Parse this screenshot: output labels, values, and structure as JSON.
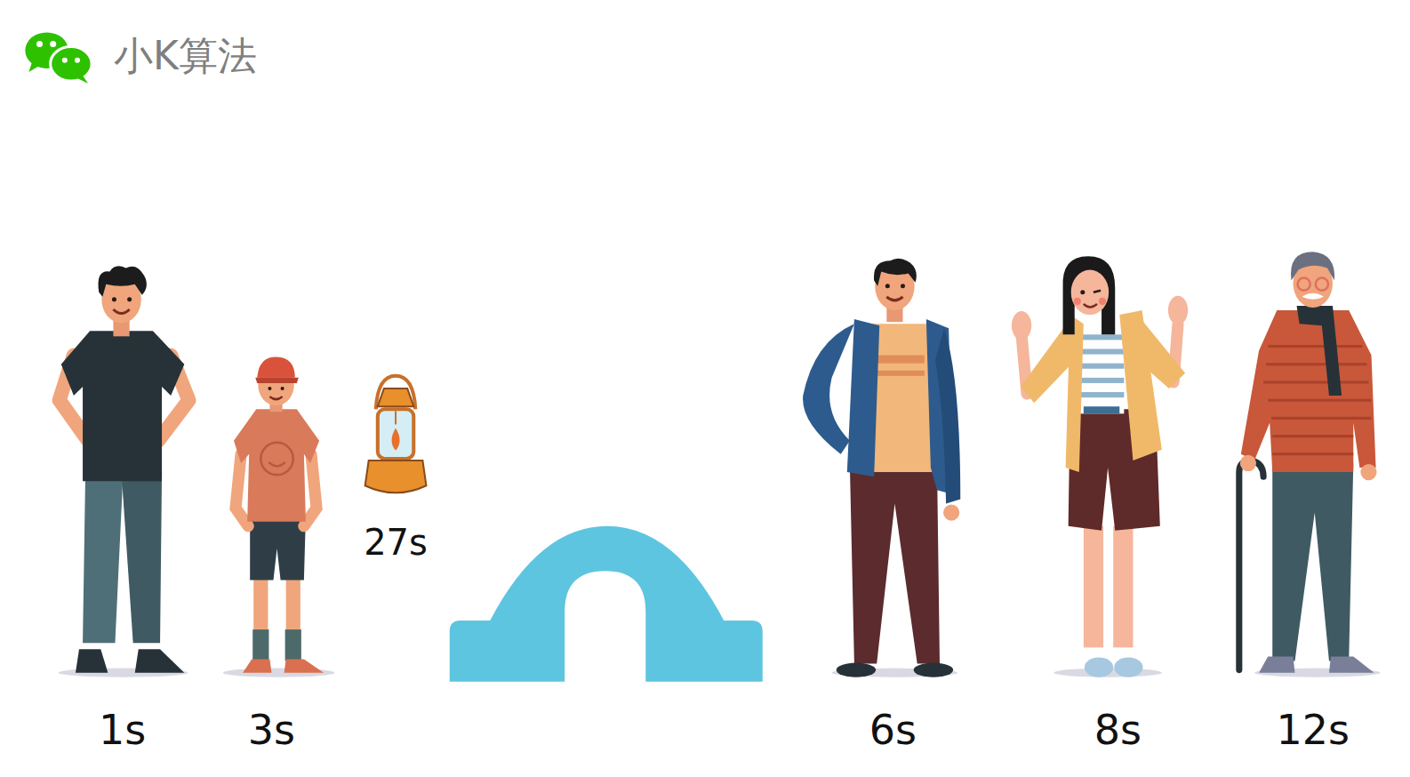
{
  "diagram": {
    "labels": [
      "小K算法",
      "1s",
      "3s",
      "27s",
      "6s",
      "8s",
      "12s"
    ]
  }
}
